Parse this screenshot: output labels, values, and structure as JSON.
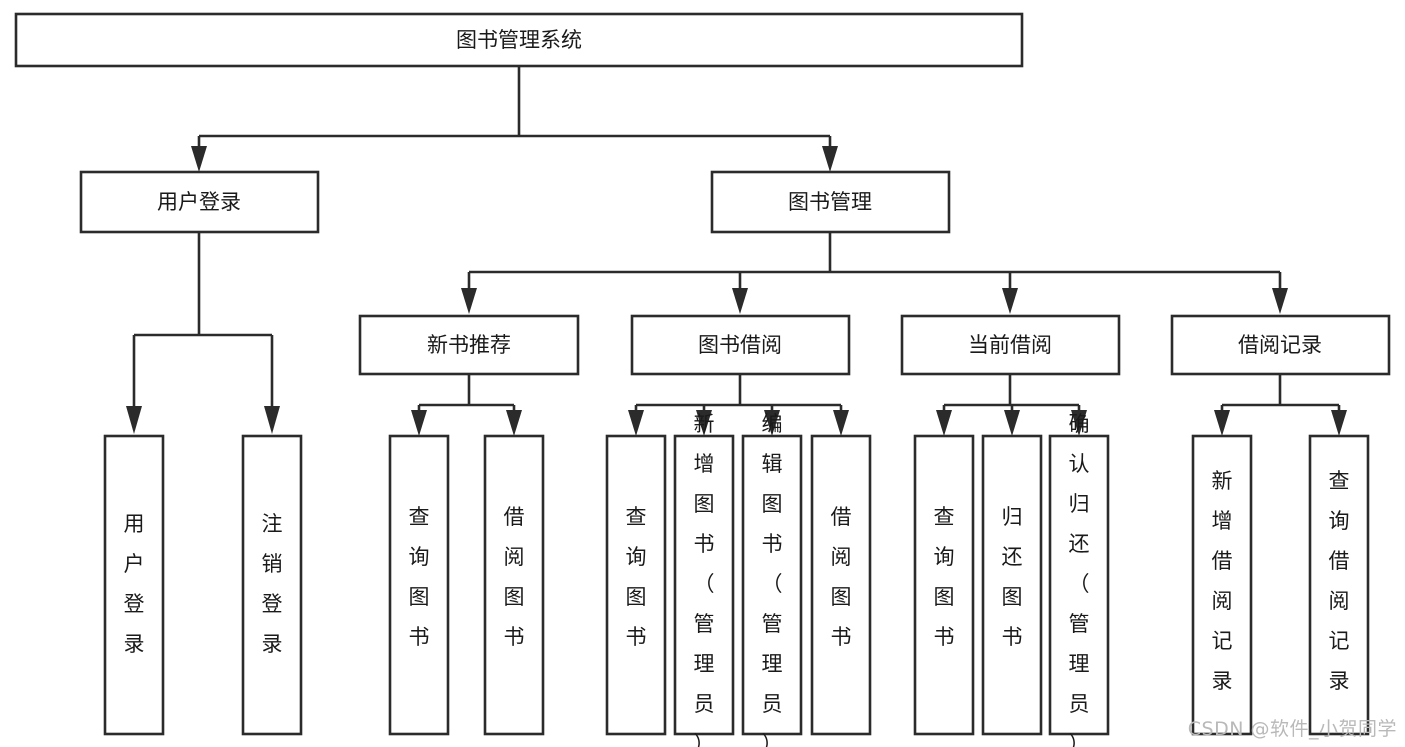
{
  "diagram": {
    "title": "图书管理系统",
    "type": "tree",
    "watermark": "CSDN @软件_小贺同学",
    "colors": {
      "stroke": "#2b2b2b",
      "fill": "#ffffff",
      "text": "#1a1a1a",
      "watermark": "#b9b9b9"
    },
    "levels": {
      "root": {
        "label": "图书管理系统"
      },
      "level2": [
        {
          "id": "user-login",
          "label": "用户登录"
        },
        {
          "id": "book-management",
          "label": "图书管理"
        }
      ],
      "level3": [
        {
          "id": "new-book-recommend",
          "label": "新书推荐",
          "parent": "book-management"
        },
        {
          "id": "book-borrow",
          "label": "图书借阅",
          "parent": "book-management"
        },
        {
          "id": "current-borrow",
          "label": "当前借阅",
          "parent": "book-management"
        },
        {
          "id": "borrow-record",
          "label": "借阅记录",
          "parent": "book-management"
        }
      ],
      "leaves": {
        "user-login": [
          {
            "id": "leaf-user-login",
            "label": "用户登录"
          },
          {
            "id": "leaf-logout-login",
            "label": "注销登录"
          }
        ],
        "new-book-recommend": [
          {
            "id": "leaf-query-book-1",
            "label": "查询图书"
          },
          {
            "id": "leaf-borrow-book-1",
            "label": "借阅图书"
          }
        ],
        "book-borrow": [
          {
            "id": "leaf-query-book-2",
            "label": "查询图书"
          },
          {
            "id": "leaf-add-book-admin",
            "label": "新增图书（管理员）"
          },
          {
            "id": "leaf-edit-book-admin",
            "label": "编辑图书（管理员）"
          },
          {
            "id": "leaf-borrow-book-2",
            "label": "借阅图书"
          }
        ],
        "current-borrow": [
          {
            "id": "leaf-query-book-3",
            "label": "查询图书"
          },
          {
            "id": "leaf-return-book",
            "label": "归还图书"
          },
          {
            "id": "leaf-confirm-return-admin",
            "label": "确认归还（管理员）"
          }
        ],
        "borrow-record": [
          {
            "id": "leaf-add-borrow-record",
            "label": "新增借阅记录"
          },
          {
            "id": "leaf-query-borrow-record",
            "label": "查询借阅记录"
          }
        ]
      }
    }
  }
}
